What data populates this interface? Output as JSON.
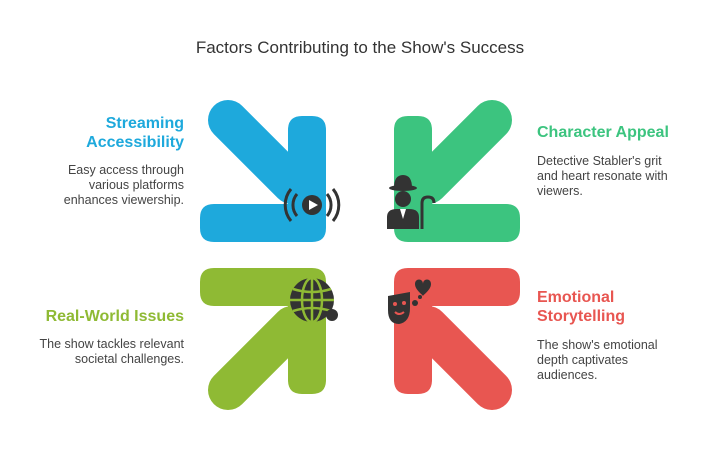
{
  "title": "Factors Contributing to the Show's Success",
  "colors": {
    "blue": "#1ea9dc",
    "green": "#3cc47f",
    "lime": "#8fba34",
    "red": "#e85651"
  },
  "factors": [
    {
      "heading_lines": [
        "Streaming",
        "Accessibility"
      ],
      "desc_lines": [
        "Easy access through",
        "various platforms",
        "enhances viewership."
      ],
      "icon": "streaming-icon",
      "color": "#1ea9dc"
    },
    {
      "heading_lines": [
        "Character Appeal"
      ],
      "desc_lines": [
        "Detective Stabler's grit",
        "and heart resonate with",
        "viewers."
      ],
      "icon": "detective-icon",
      "color": "#3cc47f"
    },
    {
      "heading_lines": [
        "Real-World Issues"
      ],
      "desc_lines": [
        "The show tackles relevant",
        "societal challenges."
      ],
      "icon": "globe-network-icon",
      "color": "#8fba34"
    },
    {
      "heading_lines": [
        "Emotional",
        "Storytelling"
      ],
      "desc_lines": [
        "The show's emotional",
        "depth captivates",
        "audiences."
      ],
      "icon": "theater-mask-heart-icon",
      "color": "#e85651"
    }
  ]
}
